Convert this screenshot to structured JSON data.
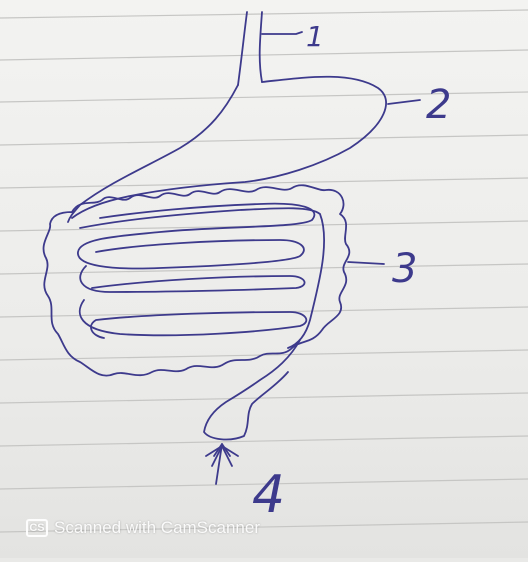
{
  "labels": {
    "label1": "1",
    "label2": "2",
    "label3": "3",
    "label4": "4"
  },
  "watermark": {
    "logo_text": "CS",
    "text": "Scanned with CamScanner"
  },
  "colors": {
    "ink": "#3d3a8c",
    "paper": "#f1f1ef",
    "ruled_line": "#c4c4c2"
  }
}
